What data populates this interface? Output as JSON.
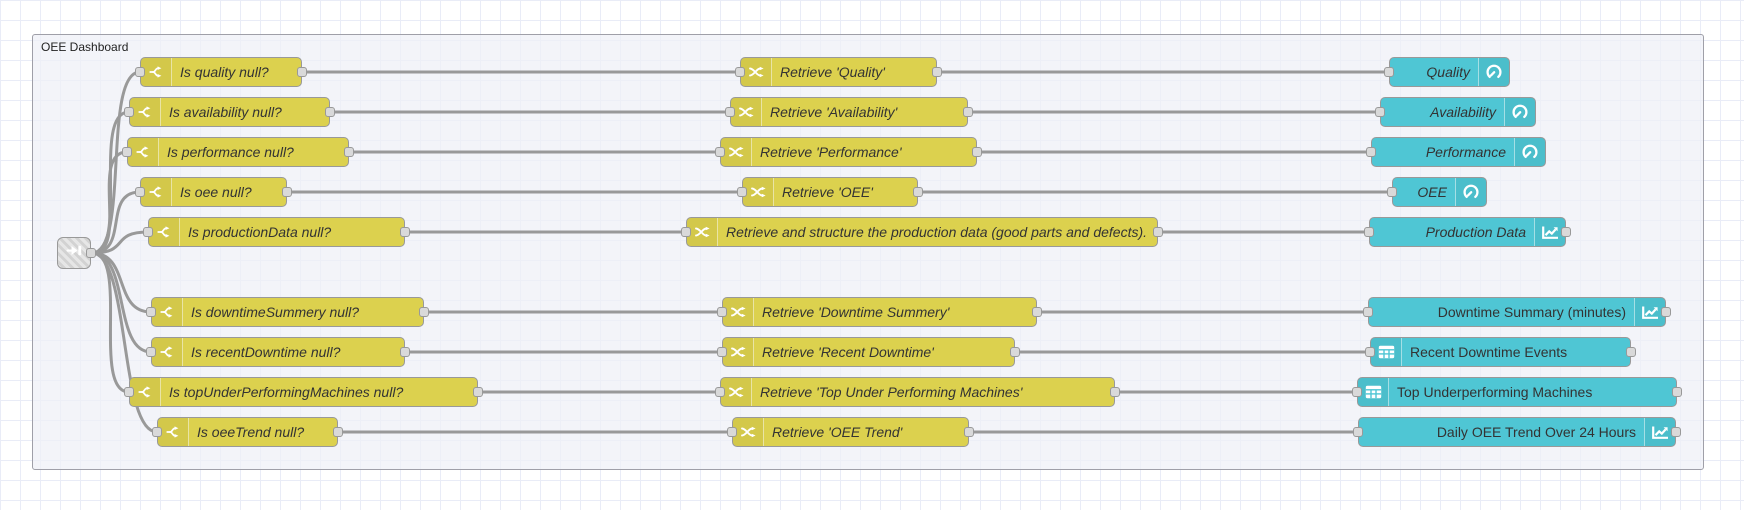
{
  "group": {
    "label": "OEE Dashboard"
  },
  "nodes": {
    "checks": [
      {
        "label": "Is quality null?"
      },
      {
        "label": "Is availability null?"
      },
      {
        "label": "Is performance null?"
      },
      {
        "label": "Is oee null?"
      },
      {
        "label": "Is productionData null?"
      },
      {
        "label": "Is downtimeSummery null?"
      },
      {
        "label": "Is recentDowntime null?"
      },
      {
        "label": "Is topUnderPerformingMachines null?"
      },
      {
        "label": "Is oeeTrend null?"
      }
    ],
    "retrieve": [
      {
        "label": "Retrieve 'Quality'"
      },
      {
        "label": "Retrieve 'Availability'"
      },
      {
        "label": "Retrieve 'Performance'"
      },
      {
        "label": "Retrieve 'OEE'"
      },
      {
        "label": "Retrieve and structure the production data (good parts and defects)."
      },
      {
        "label": "Retrieve 'Downtime Summery'"
      },
      {
        "label": "Retrieve 'Recent Downtime'"
      },
      {
        "label": "Retrieve 'Top Under Performing Machines'"
      },
      {
        "label": "Retrieve 'OEE Trend'"
      }
    ],
    "dashboard": [
      {
        "label": "Quality",
        "icon": "gauge-icon"
      },
      {
        "label": "Availability",
        "icon": "gauge-icon"
      },
      {
        "label": "Performance",
        "icon": "gauge-icon"
      },
      {
        "label": "OEE",
        "icon": "gauge-icon"
      },
      {
        "label": "Production Data",
        "icon": "chart-icon"
      },
      {
        "label": "Downtime Summary (minutes)",
        "icon": "chart-icon"
      },
      {
        "label": "Recent Downtime Events",
        "icon": "table-icon"
      },
      {
        "label": "Top Underperforming Machines",
        "icon": "table-icon"
      },
      {
        "label": "Daily OEE Trend Over 24 Hours",
        "icon": "chart-icon"
      }
    ]
  },
  "colors": {
    "function_node": "#dcd14e",
    "dashboard_node": "#4fc6d4",
    "wire": "#999999",
    "port_fill": "#d9d9d9",
    "group_fill": "#eef0f7",
    "grid_line": "#e9ecf7"
  }
}
